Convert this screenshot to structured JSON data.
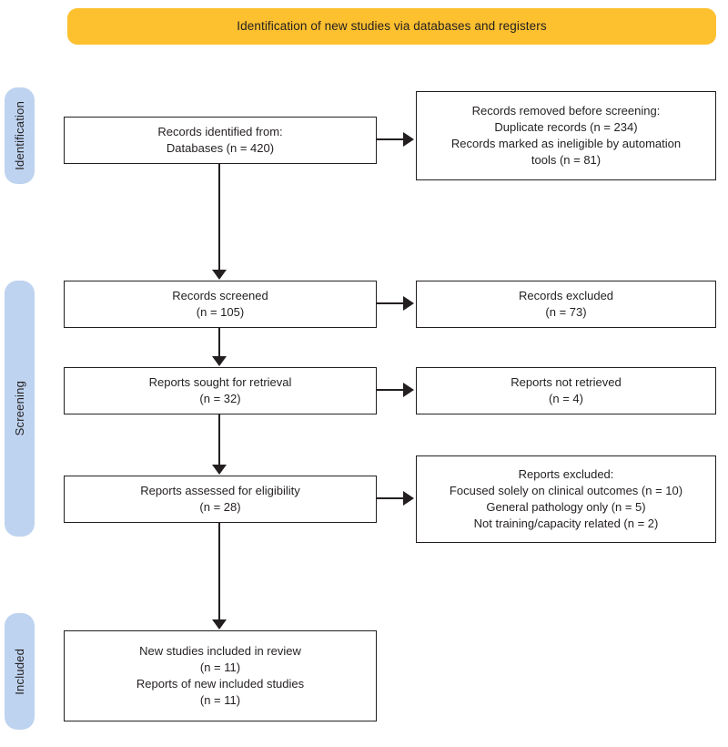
{
  "header": {
    "title": "Identification of new studies via databases and registers",
    "background_color": "#FDC02F"
  },
  "stages": {
    "identification": {
      "label": "Identification",
      "color": "#BED3EF"
    },
    "screening": {
      "label": "Screening",
      "color": "#BED3EF"
    },
    "included": {
      "label": "Included",
      "color": "#BED3EF"
    }
  },
  "boxes": {
    "identified": {
      "text": "Records identified from:\nDatabases (n = 420)"
    },
    "removed": {
      "text": "Records removed before screening:\nDuplicate records (n = 234)\nRecords marked as ineligible by automation\ntools (n = 81)"
    },
    "screened": {
      "text": "Records screened\n(n = 105)"
    },
    "excluded": {
      "text": "Records excluded\n(n = 73)"
    },
    "sought": {
      "text": "Reports sought for retrieval\n(n = 32)"
    },
    "not_retrieved": {
      "text": "Reports not retrieved\n(n = 4)"
    },
    "assessed": {
      "text": "Reports assessed for eligibility\n(n = 28)"
    },
    "reports_excluded": {
      "text": "Reports excluded:\nFocused solely on clinical outcomes (n = 10)\nGeneral pathology only (n = 5)\nNot training/capacity related (n = 2)"
    },
    "included": {
      "text": "New studies included in review\n(n = 11)\nReports of new included studies\n(n = 11)"
    }
  },
  "counts": {
    "databases_identified": 420,
    "duplicate_records_removed": 234,
    "ineligible_by_automation": 81,
    "records_screened": 105,
    "records_excluded": 73,
    "reports_sought": 32,
    "reports_not_retrieved": 4,
    "reports_assessed": 28,
    "excluded_clinical_outcomes": 10,
    "excluded_general_pathology": 5,
    "excluded_not_training_related": 2,
    "new_studies_included": 11,
    "reports_of_new_included_studies": 11
  }
}
